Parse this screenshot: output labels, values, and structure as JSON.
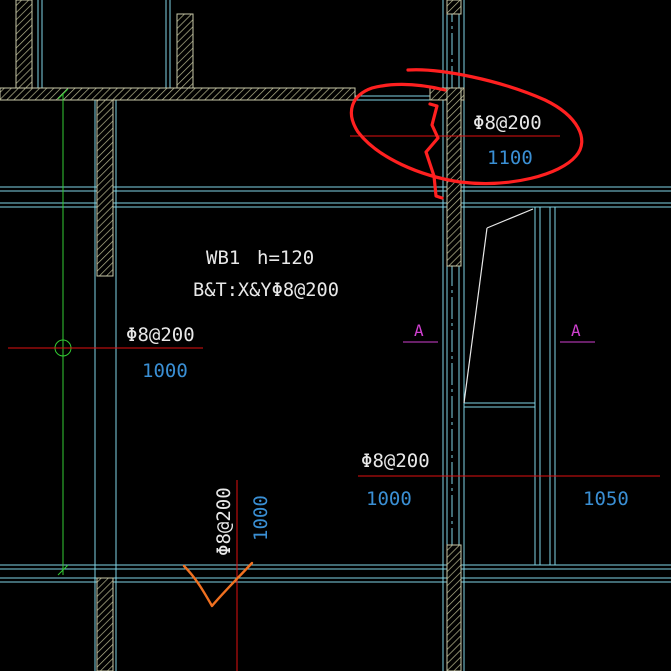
{
  "colors": {
    "background": "#000000",
    "wall": "#c8c8a8",
    "grid_cyan": "#7fd4e6",
    "axis_green": "#33cc33",
    "rebar_red": "#e01010",
    "label_white": "#e8e8e8",
    "dim_blue": "#3a8fd4",
    "section_magenta": "#d040d0",
    "markup_red": "#ff2020",
    "markup_orange": "#f07020"
  },
  "slab": {
    "name": "WB1",
    "thickness": "h=120",
    "reinforcement": "B&T:X&YΦ8@200"
  },
  "rebar_labels": {
    "top_right_spec": "Φ8@200",
    "top_right_length": "1100",
    "left_spec": "Φ8@200",
    "left_length": "1000",
    "mid_spec": "Φ8@200",
    "mid_length": "1000",
    "mid_right_length": "1050",
    "vertical_spec": "Φ8@200",
    "vertical_length": "1000"
  },
  "section_marks": {
    "left": "A",
    "right": "A"
  },
  "edge_text": {
    "right_partial": "Φ8"
  }
}
